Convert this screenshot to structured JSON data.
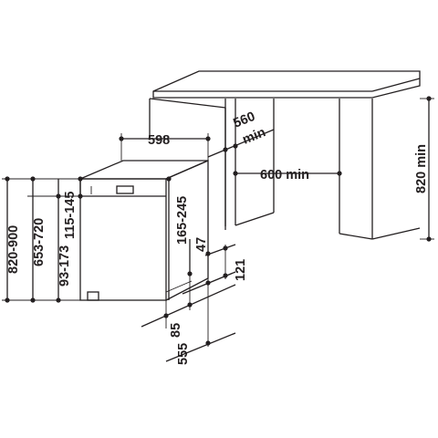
{
  "dimensions": {
    "appliance_width": "598",
    "niche_depth_min_top": "560",
    "niche_depth_min_bottom": "min",
    "niche_width_min": "600 min",
    "niche_height_min": "820 min",
    "overall_height": "820-900",
    "door_height": "653-720",
    "plinth_height": "93-173",
    "panel_height": "115-145",
    "side_height": "165-245",
    "gap": "47",
    "plinth_depth": "121",
    "foot_setback": "85",
    "appliance_depth": "555"
  }
}
